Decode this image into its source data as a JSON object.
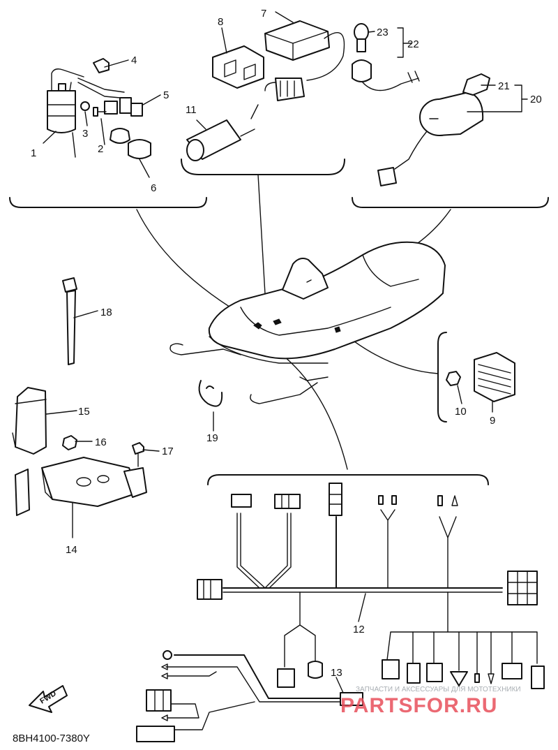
{
  "diagram": {
    "drawing_code": "8BH4100-7380Y",
    "direction_label": "FWD",
    "callouts": [
      "1",
      "2",
      "3",
      "4",
      "5",
      "6",
      "7",
      "8",
      "9",
      "10",
      "11",
      "12",
      "13",
      "14",
      "15",
      "16",
      "17",
      "18",
      "19",
      "20",
      "21",
      "22",
      "23"
    ]
  },
  "watermark": {
    "tagline": "ЗАПЧАСТИ И АКСЕССУАРЫ ДЛЯ МОТОТЕХНИКИ",
    "brand": "PARTSFOR.RU"
  }
}
